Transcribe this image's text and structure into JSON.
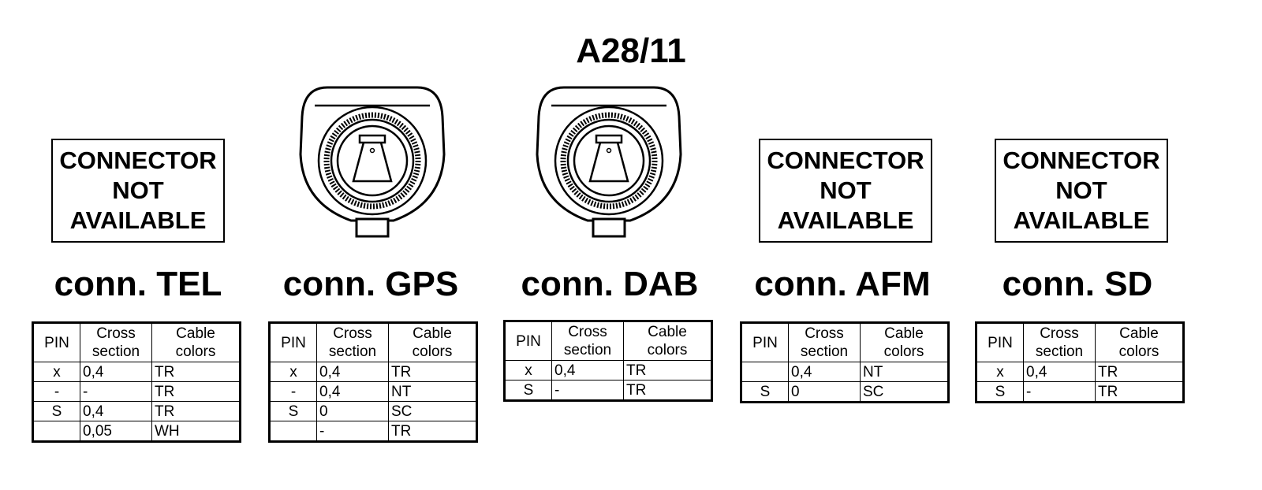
{
  "title": "A28/11",
  "not_available_lines": [
    "CONNECTOR",
    "NOT",
    "AVAILABLE"
  ],
  "headers": {
    "pin": "PIN",
    "cross": [
      "Cross",
      "section"
    ],
    "colors": [
      "Cable",
      "colors"
    ]
  },
  "connectors": [
    {
      "label": "conn. TEL",
      "available": false,
      "rows": [
        {
          "pin": "x",
          "cross": "0,4",
          "color": "TR"
        },
        {
          "pin": "-",
          "cross": "-",
          "color": "TR"
        },
        {
          "pin": "S",
          "cross": "0,4",
          "color": "TR"
        },
        {
          "pin": "",
          "cross": "0,05",
          "color": "WH"
        }
      ]
    },
    {
      "label": "conn. GPS",
      "available": true,
      "rows": [
        {
          "pin": "x",
          "cross": "0,4",
          "color": "TR"
        },
        {
          "pin": "-",
          "cross": "0,4",
          "color": "NT"
        },
        {
          "pin": "S",
          "cross": "0",
          "color": "SC"
        },
        {
          "pin": "",
          "cross": "-",
          "color": "TR"
        }
      ]
    },
    {
      "label": "conn. DAB",
      "available": true,
      "rows": [
        {
          "pin": "x",
          "cross": "0,4",
          "color": "TR"
        },
        {
          "pin": "S",
          "cross": "-",
          "color": "TR"
        }
      ]
    },
    {
      "label": "conn. AFM",
      "available": false,
      "rows": [
        {
          "pin": "",
          "cross": "0,4",
          "color": "NT"
        },
        {
          "pin": "S",
          "cross": "0",
          "color": "SC"
        }
      ]
    },
    {
      "label": "conn. SD",
      "available": false,
      "rows": [
        {
          "pin": "x",
          "cross": "0,4",
          "color": "TR"
        },
        {
          "pin": "S",
          "cross": "-",
          "color": "TR"
        }
      ]
    }
  ]
}
